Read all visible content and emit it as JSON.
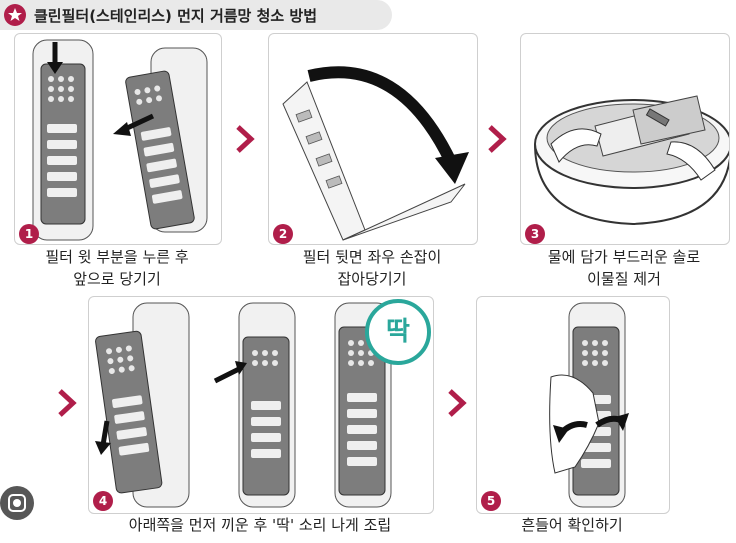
{
  "header": {
    "title": "클린필터(스테인리스) 먼지 거름망 청소 방법",
    "icon": "star-icon"
  },
  "steps": [
    {
      "number": "1",
      "line1": "필터 윗 부분을 누른 후",
      "line2": "앞으로 당기기"
    },
    {
      "number": "2",
      "line1": "필터 뒷면 좌우 손잡이",
      "line2": "잡아당기기"
    },
    {
      "number": "3",
      "line1": "물에 담가 부드러운 솔로",
      "line2": "이물질 제거"
    },
    {
      "number": "4",
      "line1": "아래쪽을 먼저 끼운 후 '딱' 소리 나게 조립",
      "line2": ""
    },
    {
      "number": "5",
      "line1": "흔들어 확인하기",
      "line2": ""
    }
  ],
  "snap_label": "딱",
  "colors": {
    "accent": "#b01e4a",
    "snap": "#2aa79b",
    "header_bg": "#e9e9e9"
  }
}
